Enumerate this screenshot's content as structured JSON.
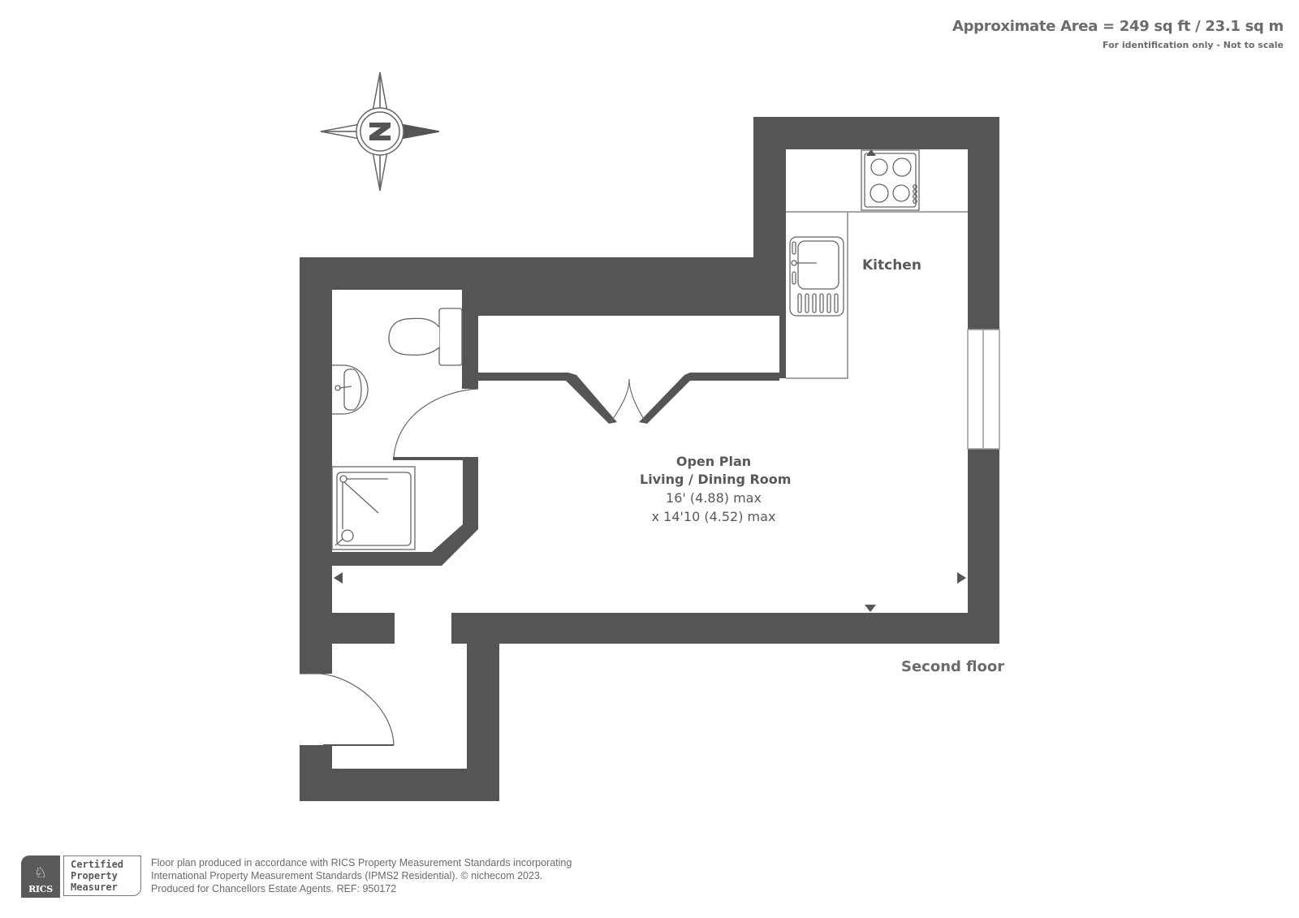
{
  "header": {
    "approximate_area": "Approximate Area = 249 sq ft / 23.1 sq m",
    "disclaimer": "For identification only - Not to scale"
  },
  "compass": {
    "icon": "compass-rose-icon",
    "letter": "N",
    "pointer_direction": "east"
  },
  "rooms": {
    "kitchen": {
      "name": "Kitchen"
    },
    "living": {
      "name_line1": "Open Plan",
      "name_line2": "Living / Dining Room",
      "dim_line1": "16' (4.88) max",
      "dim_line2": "x 14'10 (4.52) max"
    }
  },
  "fixtures": [
    "hob-icon",
    "sink-icon",
    "toilet-icon",
    "basin-icon",
    "shower-tray-icon",
    "window",
    "entrance-door",
    "bathroom-door",
    "bifold-doors"
  ],
  "floor_label": "Second floor",
  "colors": {
    "wall": "#555555",
    "text": "#595959",
    "line": "#777777"
  },
  "footer": {
    "rics_logo_text": "RICS",
    "badge_line1": "Certified",
    "badge_line2": "Property",
    "badge_line3": "Measurer",
    "line1": "Floor plan produced in accordance with RICS Property Measurement Standards incorporating",
    "line2": "International Property Measurement Standards (IPMS2 Residential).   © nichecom 2023.",
    "line3": "Produced for Chancellors Estate Agents.   REF: 950172"
  }
}
